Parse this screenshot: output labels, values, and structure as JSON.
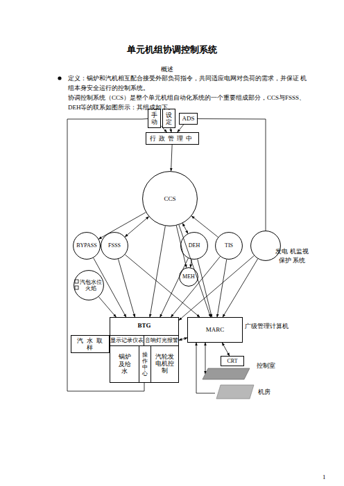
{
  "diagram": {
    "title": "单元机组协调控制系统",
    "nodes": [
      {
        "text": [
          "手动"
        ]
      },
      {
        "text": [
          "设定"
        ]
      },
      {
        "text": [
          "ADS"
        ]
      },
      {
        "text": [
          "行政管理中"
        ]
      },
      {
        "text": [
          "CCS"
        ]
      },
      {
        "text": [
          "BYPASS"
        ]
      },
      {
        "text": [
          "FSSS"
        ]
      },
      {
        "text": [
          "DEH"
        ]
      },
      {
        "text": [
          "TIS"
        ]
      },
      {
        "text": [
          "发电 机监视保护 系统"
        ]
      },
      {
        "text": [
          "MEH"
        ]
      },
      {
        "text": [
          "汽包水位 火焰"
        ]
      },
      {
        "text": [
          "BTG"
        ]
      },
      {
        "text": [
          "汽水取样"
        ]
      },
      {
        "text": [
          "显示记录仪表"
        ],
        "in": 12
      },
      {
        "text": [
          "音响灯光报警"
        ],
        "in": 12
      },
      {
        "text": [
          "锅炉及给水"
        ],
        "in": 12
      },
      {
        "text": [
          "操作中心"
        ],
        "in": 12
      },
      {
        "text": [
          "汽轮发电机控制"
        ],
        "in": 12
      },
      {
        "text": [
          "MARC"
        ]
      },
      {
        "text": [
          "CRT"
        ]
      }
    ],
    "edges": [
      {
        "from": 0,
        "to": 3,
        "arrow": "to"
      },
      {
        "from": 1,
        "to": 3,
        "arrow": "to"
      },
      {
        "from": 2,
        "to": 3,
        "arrow": "to"
      },
      {
        "from": 3,
        "to": 4,
        "arrow": "to"
      },
      {
        "from": 4,
        "to": 5,
        "arrow": "to"
      },
      {
        "from": 4,
        "to": 6,
        "arrow": "both"
      },
      {
        "from": 4,
        "to": 7,
        "arrow": "both"
      },
      {
        "from": 8,
        "to": 4,
        "arrow": "to"
      },
      {
        "from": 4,
        "to": 10,
        "arrow": "to"
      },
      {
        "from": 4,
        "to": 12,
        "arrow": "to"
      },
      {
        "from": 4,
        "to": 19,
        "arrow": "to"
      },
      {
        "from": 5,
        "to": 12,
        "arrow": "to"
      },
      {
        "from": 6,
        "to": 12,
        "arrow": "to"
      },
      {
        "from": 6,
        "to": 19,
        "arrow": "to"
      },
      {
        "from": 7,
        "to": 10,
        "arrow": "to"
      },
      {
        "from": 7,
        "to": 12,
        "arrow": "to"
      },
      {
        "from": 7,
        "to": 19,
        "arrow": "to"
      },
      {
        "from": 8,
        "to": 12,
        "arrow": "to"
      },
      {
        "from": 8,
        "to": 19,
        "arrow": "to"
      },
      {
        "from": 9,
        "to": 12,
        "arrow": "to"
      },
      {
        "from": 9,
        "to": 19,
        "arrow": "to"
      },
      {
        "from": 11,
        "to": 12,
        "arrow": "to"
      },
      {
        "from": 12,
        "to": 19,
        "arrow": "both"
      },
      {
        "from": 19,
        "to": 20,
        "arrow": "both"
      },
      {
        "from": 12,
        "to": 0,
        "arrow": "none"
      },
      {
        "from": 2,
        "to": 9,
        "arrow": "none"
      }
    ],
    "labels": [
      "概述",
      "定义：锅炉和汽机相互配合接受外部负荷指令，共同适应电网对负荷的需求，并保证 机组本身安全运行的控制系统。",
      "协调控制系统（CCS）是整个单元机组自动化系统的一个重要组成部分，CCS与FSSS、 DEH等的联系如图所示：其组成如下。",
      "广级管理计算机",
      "控制室",
      "机房",
      "1"
    ]
  }
}
